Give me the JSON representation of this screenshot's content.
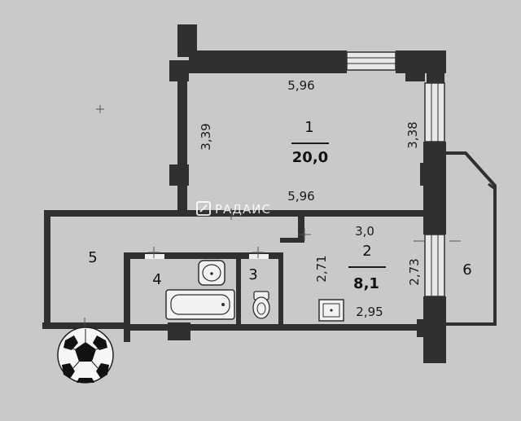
{
  "rooms": [
    {
      "number": "1",
      "area": "20,0"
    },
    {
      "number": "2",
      "area": "8,1"
    },
    {
      "number": "3"
    },
    {
      "number": "4"
    },
    {
      "number": "5"
    },
    {
      "number": "6"
    }
  ],
  "dimensions": {
    "room1_top": "5,96",
    "room1_bottom": "5,96",
    "room1_left": "3,39",
    "room1_right": "3,38",
    "room2_top": "3,0",
    "room2_left": "2,71",
    "room2_right": "2,73",
    "room2_bottom": "2,95"
  },
  "watermark": "РАДАИС",
  "colors": {
    "background": "#c9c9c9",
    "wall": "#303030",
    "line": "#2a2a2a"
  }
}
